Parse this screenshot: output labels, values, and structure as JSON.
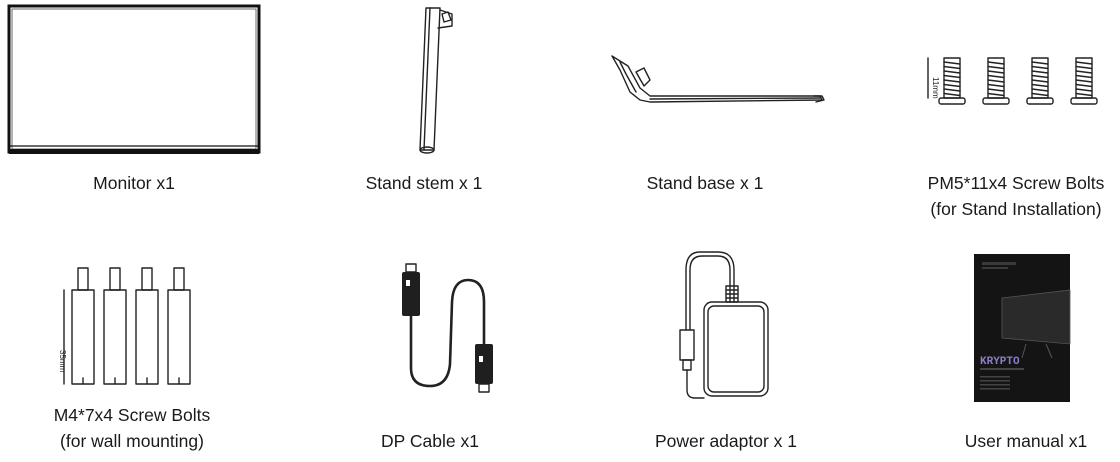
{
  "items": [
    {
      "id": "monitor",
      "lines": [
        "Monitor x1"
      ]
    },
    {
      "id": "stand-stem",
      "lines": [
        "Stand stem x 1"
      ]
    },
    {
      "id": "stand-base",
      "lines": [
        "Stand base x 1"
      ]
    },
    {
      "id": "pm5-screws",
      "lines": [
        "PM5*11x4 Screw Bolts",
        "(for Stand Installation)"
      ],
      "dimension": "11mm"
    },
    {
      "id": "m4-screws",
      "lines": [
        "M4*7x4 Screw Bolts",
        "(for wall mounting)"
      ],
      "dimension": "35mm"
    },
    {
      "id": "dp-cable",
      "lines": [
        "DP Cable x1"
      ]
    },
    {
      "id": "power-adaptor",
      "lines": [
        "Power adaptor x 1"
      ]
    },
    {
      "id": "user-manual",
      "lines": [
        "User manual x1"
      ],
      "cover_title": "KRYPTO"
    }
  ],
  "colors": {
    "text": "#1a1a1a",
    "line_art": "#222222",
    "manual_cover": "#141414"
  },
  "icons": [
    "monitor-icon",
    "stand-stem-icon",
    "stand-base-icon",
    "screw-bolt-icon",
    "standoff-bolt-icon",
    "dp-cable-icon",
    "power-adaptor-icon",
    "user-manual-icon"
  ]
}
